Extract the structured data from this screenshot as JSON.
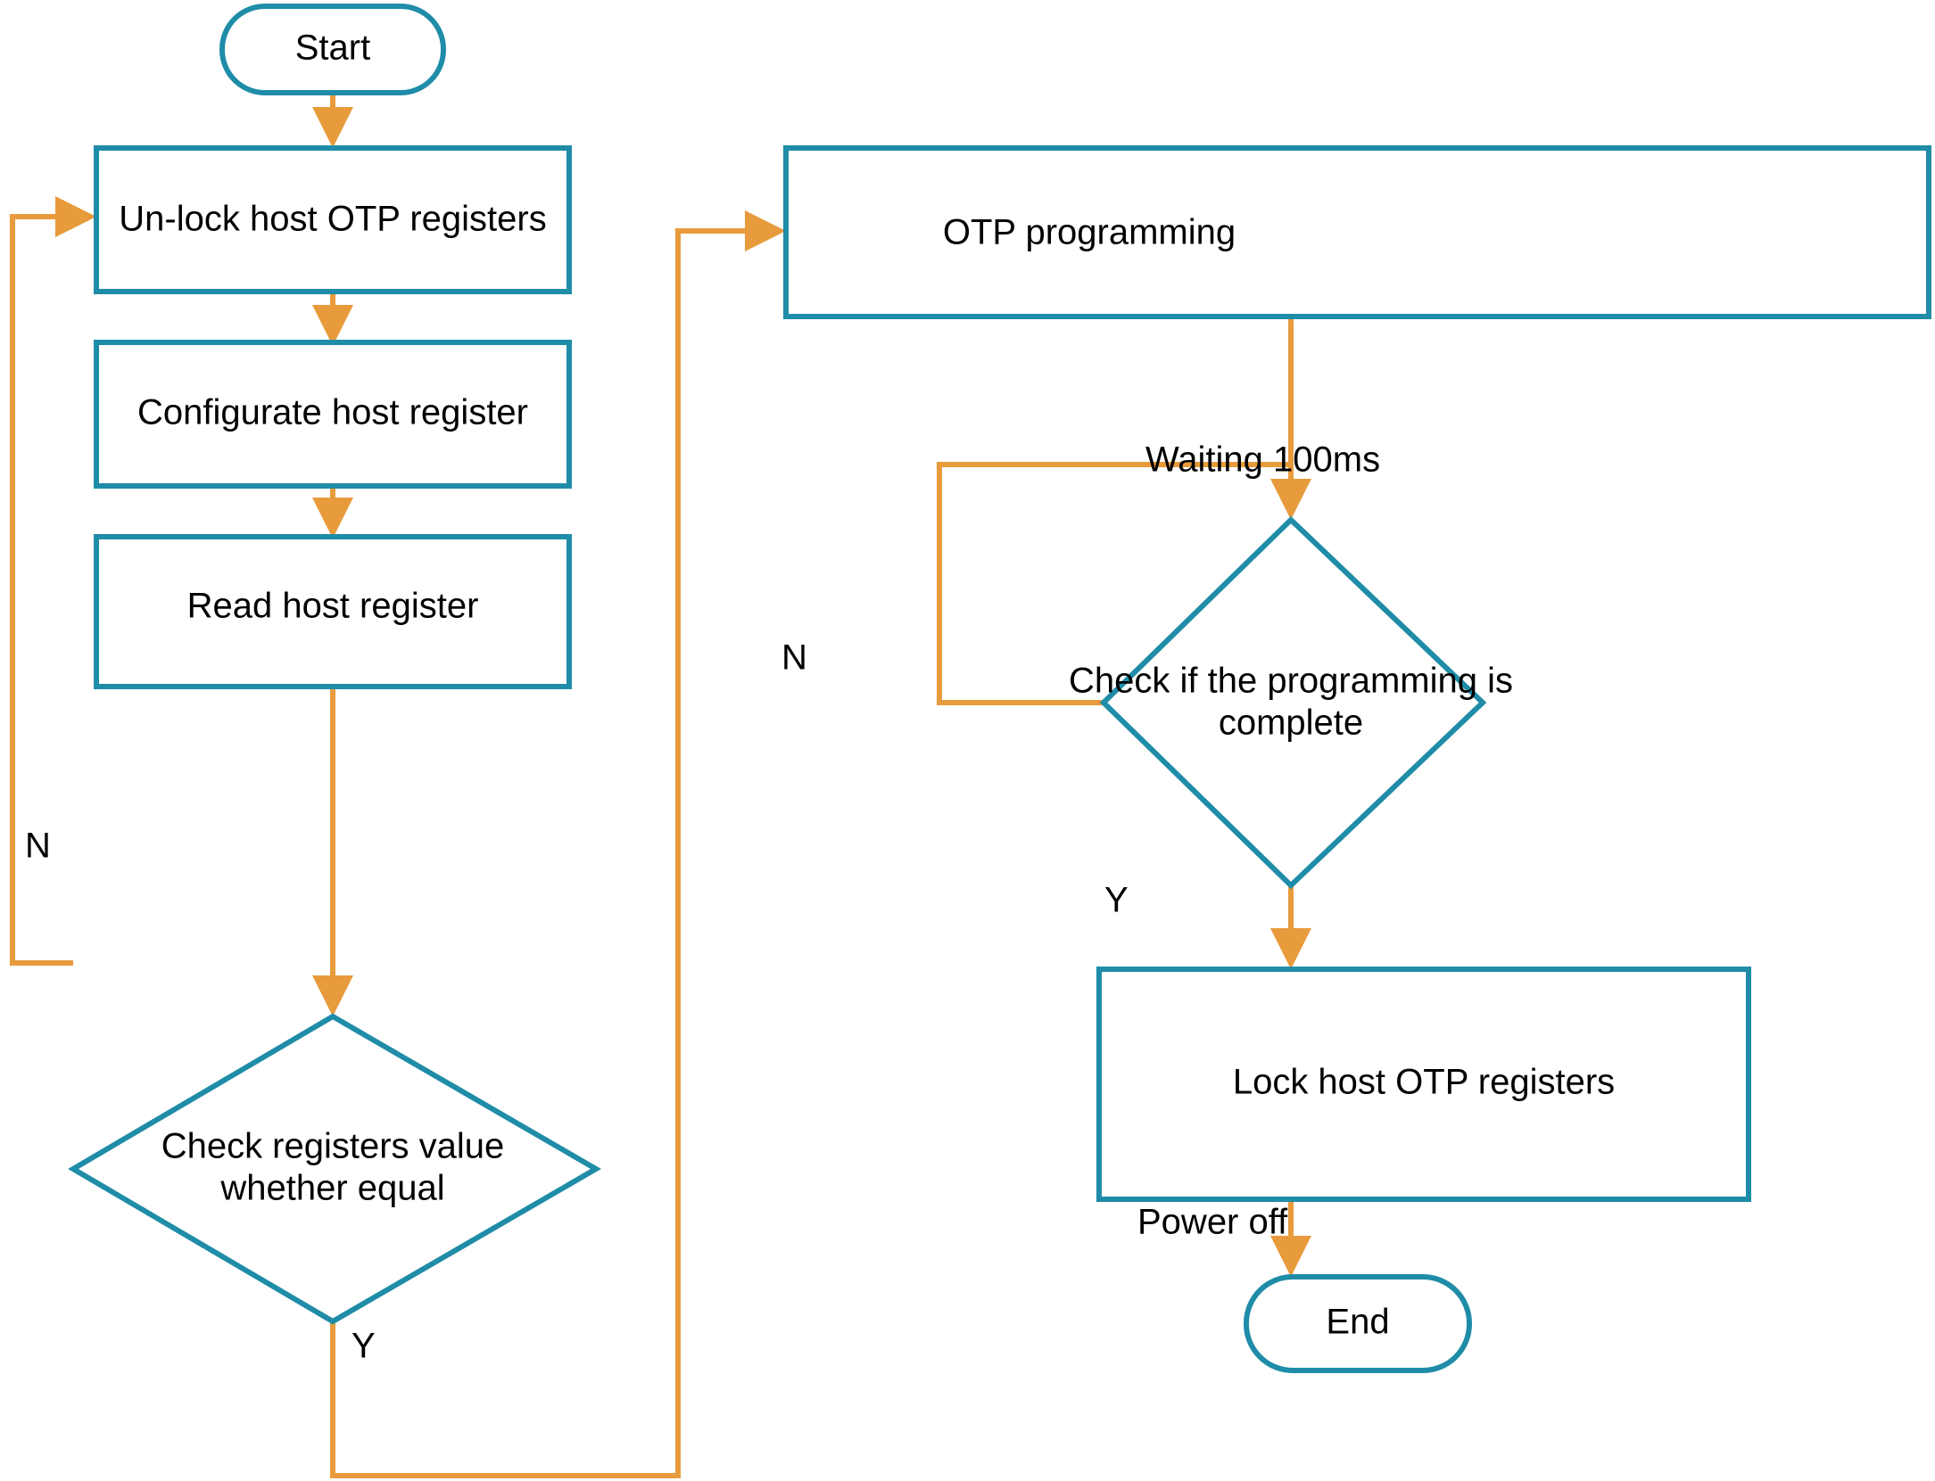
{
  "diagram": {
    "title": "OTP programming flowchart",
    "colors": {
      "shape_stroke": "#1f8ca8",
      "edge": "#e89b3c",
      "text": "#000000",
      "background": "#ffffff"
    },
    "nodes": {
      "start": {
        "label": "Start",
        "shape": "terminator"
      },
      "unlock": {
        "label": "Un-lock host OTP registers",
        "shape": "process"
      },
      "configure": {
        "label": "Configurate host register",
        "shape": "process"
      },
      "read": {
        "label": "Read host register",
        "shape": "process"
      },
      "check_equal": {
        "label_line1": "Check registers value",
        "label_line2": "whether equal",
        "shape": "decision"
      },
      "otp_programming": {
        "label": "OTP programming",
        "shape": "process"
      },
      "check_complete": {
        "label_line1": "Check if the programming is",
        "label_line2": "complete",
        "shape": "decision"
      },
      "lock": {
        "label": "Lock host OTP registers",
        "shape": "process"
      },
      "end": {
        "label": "End",
        "shape": "terminator"
      }
    },
    "edge_labels": {
      "check_equal_no": "N",
      "check_equal_yes": "Y",
      "waiting": "Waiting 100ms",
      "check_complete_no": "N",
      "check_complete_yes": "Y",
      "power_off": "Power off"
    }
  }
}
